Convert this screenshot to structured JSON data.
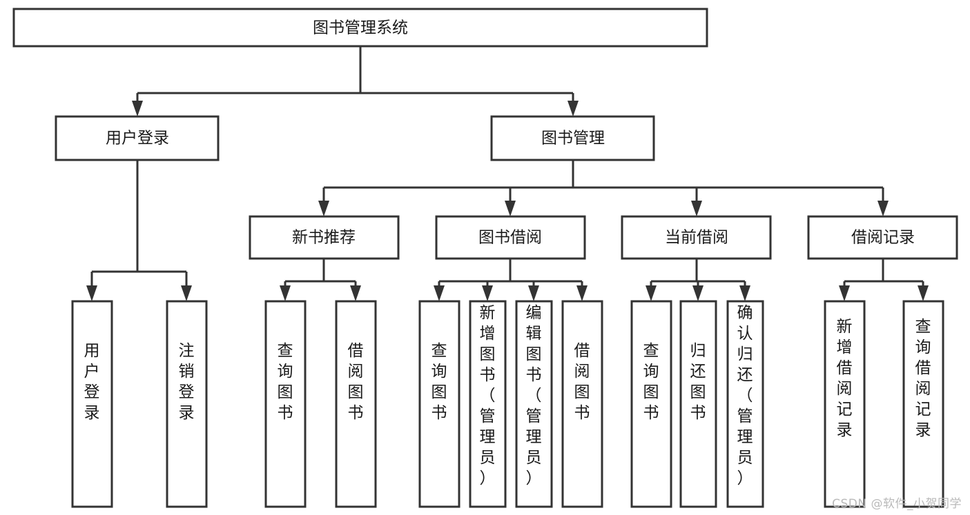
{
  "diagram": {
    "type": "tree-hierarchy-chart",
    "title": "图书管理系统",
    "watermark": "CSDN @软件_小贺同学",
    "colors": {
      "stroke": "#333333",
      "fill": "#ffffff",
      "text": "#1a1a1a",
      "watermark": "#b9b9b9"
    },
    "nodes": {
      "root": {
        "label": "图书管理系统",
        "level": 1,
        "orientation": "horizontal"
      },
      "l2": [
        {
          "label": "用户登录",
          "level": 2,
          "orientation": "horizontal"
        },
        {
          "label": "图书管理",
          "level": 2,
          "orientation": "horizontal"
        }
      ],
      "l3": [
        {
          "label": "新书推荐",
          "level": 3,
          "orientation": "horizontal"
        },
        {
          "label": "图书借阅",
          "level": 3,
          "orientation": "horizontal"
        },
        {
          "label": "当前借阅",
          "level": 3,
          "orientation": "horizontal"
        },
        {
          "label": "借阅记录",
          "level": 3,
          "orientation": "horizontal"
        }
      ],
      "leaves": {
        "user_login": [
          {
            "label": "用户登录",
            "orientation": "vertical"
          },
          {
            "label": "注销登录",
            "orientation": "vertical"
          }
        ],
        "new_book_recommend": [
          {
            "label": "查询图书",
            "orientation": "vertical"
          },
          {
            "label": "借阅图书",
            "orientation": "vertical"
          }
        ],
        "book_borrow": [
          {
            "label": "查询图书",
            "orientation": "vertical"
          },
          {
            "label": "新增图书（管理员）",
            "orientation": "vertical"
          },
          {
            "label": "编辑图书（管理员）",
            "orientation": "vertical"
          },
          {
            "label": "借阅图书",
            "orientation": "vertical"
          }
        ],
        "current_borrow": [
          {
            "label": "查询图书",
            "orientation": "vertical"
          },
          {
            "label": "归还图书",
            "orientation": "vertical"
          },
          {
            "label": "确认归还（管理员）",
            "orientation": "vertical"
          }
        ],
        "borrow_record": [
          {
            "label": "新增借阅记录",
            "orientation": "vertical"
          },
          {
            "label": "查询借阅记录",
            "orientation": "vertical"
          }
        ]
      }
    }
  }
}
